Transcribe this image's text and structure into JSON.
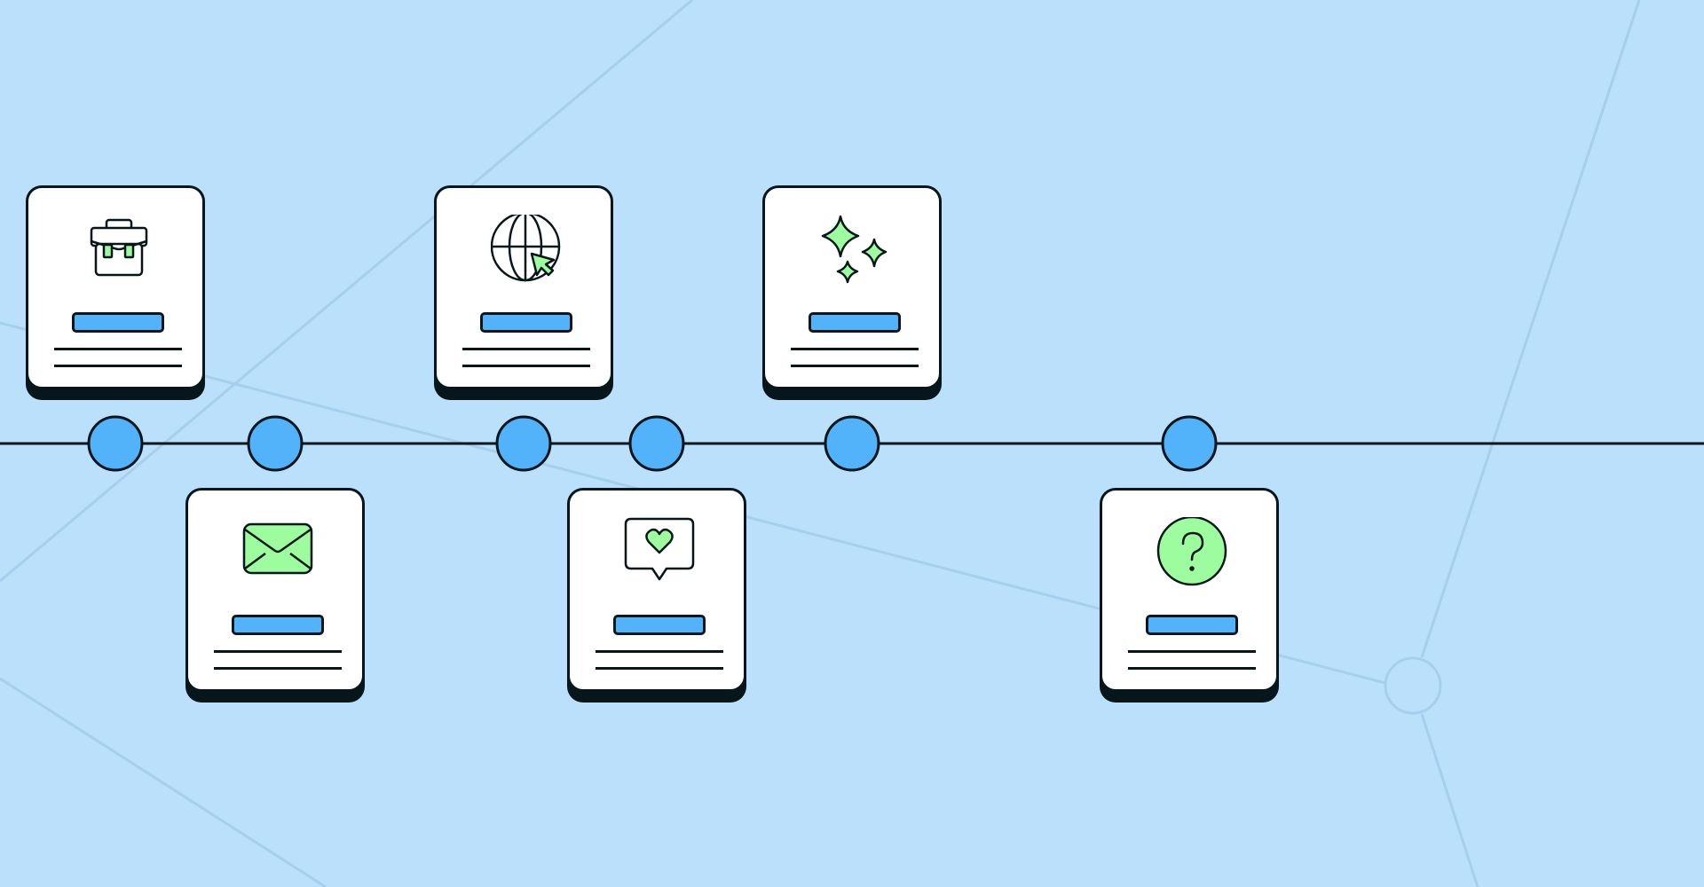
{
  "colors": {
    "background": "#bae0fb",
    "background_lines": "#a6cfee",
    "ink": "#06161a",
    "node_fill": "#52b3fb",
    "icon_accent": "#9dfc9d",
    "card": "#ffffff"
  },
  "timeline": {
    "nodes": 6,
    "cards": [
      {
        "icon": "briefcase-icon",
        "position": "above",
        "node": 1
      },
      {
        "icon": "envelope-icon",
        "position": "below",
        "node": 2
      },
      {
        "icon": "globe-cursor-icon",
        "position": "above",
        "node": 3
      },
      {
        "icon": "heart-chat-icon",
        "position": "below",
        "node": 4
      },
      {
        "icon": "sparkles-icon",
        "position": "above",
        "node": 5
      },
      {
        "icon": "question-icon",
        "position": "below",
        "node": 6
      }
    ]
  }
}
